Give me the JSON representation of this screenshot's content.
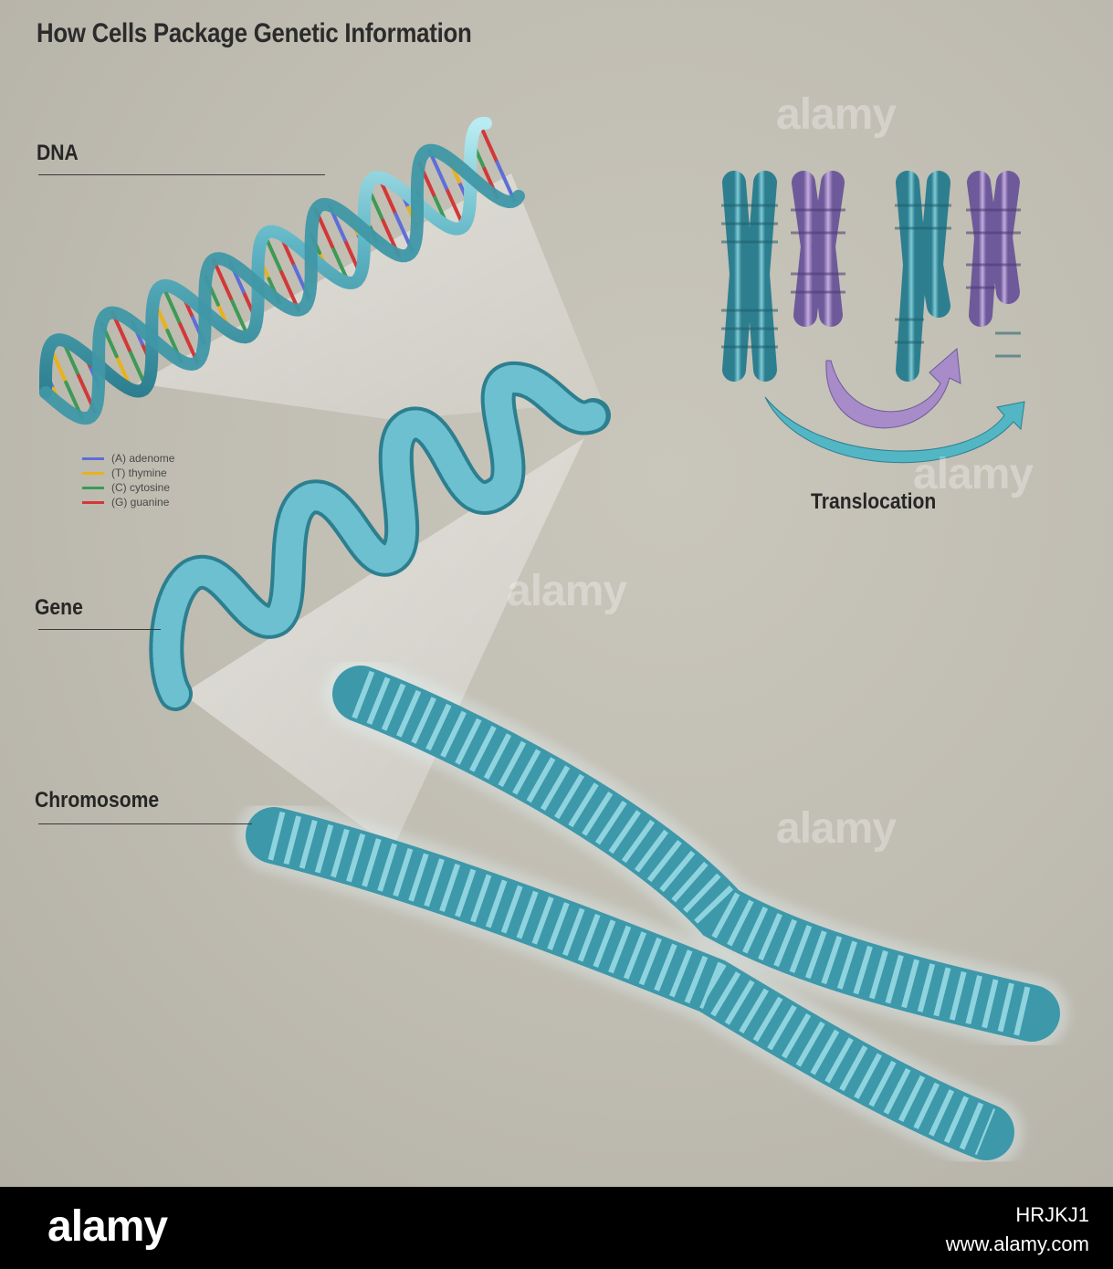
{
  "title": "How Cells Package Genetic Information",
  "labels": {
    "dna": "DNA",
    "gene": "Gene",
    "chromosome": "Chromosome",
    "translocation": "Translocation"
  },
  "legend": [
    {
      "text": "(A) adenome",
      "color": "#5e6ed8"
    },
    {
      "text": "(T) thymine",
      "color": "#e8b21c"
    },
    {
      "text": "(C) cytosine",
      "color": "#3e9a56"
    },
    {
      "text": "(G) guanine",
      "color": "#d23838"
    }
  ],
  "colors": {
    "background": "#c1beb3",
    "strand": "#5fb5c5",
    "purple": "#a78cc9",
    "teal_arrow": "#52b6c4"
  },
  "watermark": "alamy",
  "footer": {
    "logo": "alamy",
    "image_id": "HRJKJ1",
    "site": "www.alamy.com"
  }
}
